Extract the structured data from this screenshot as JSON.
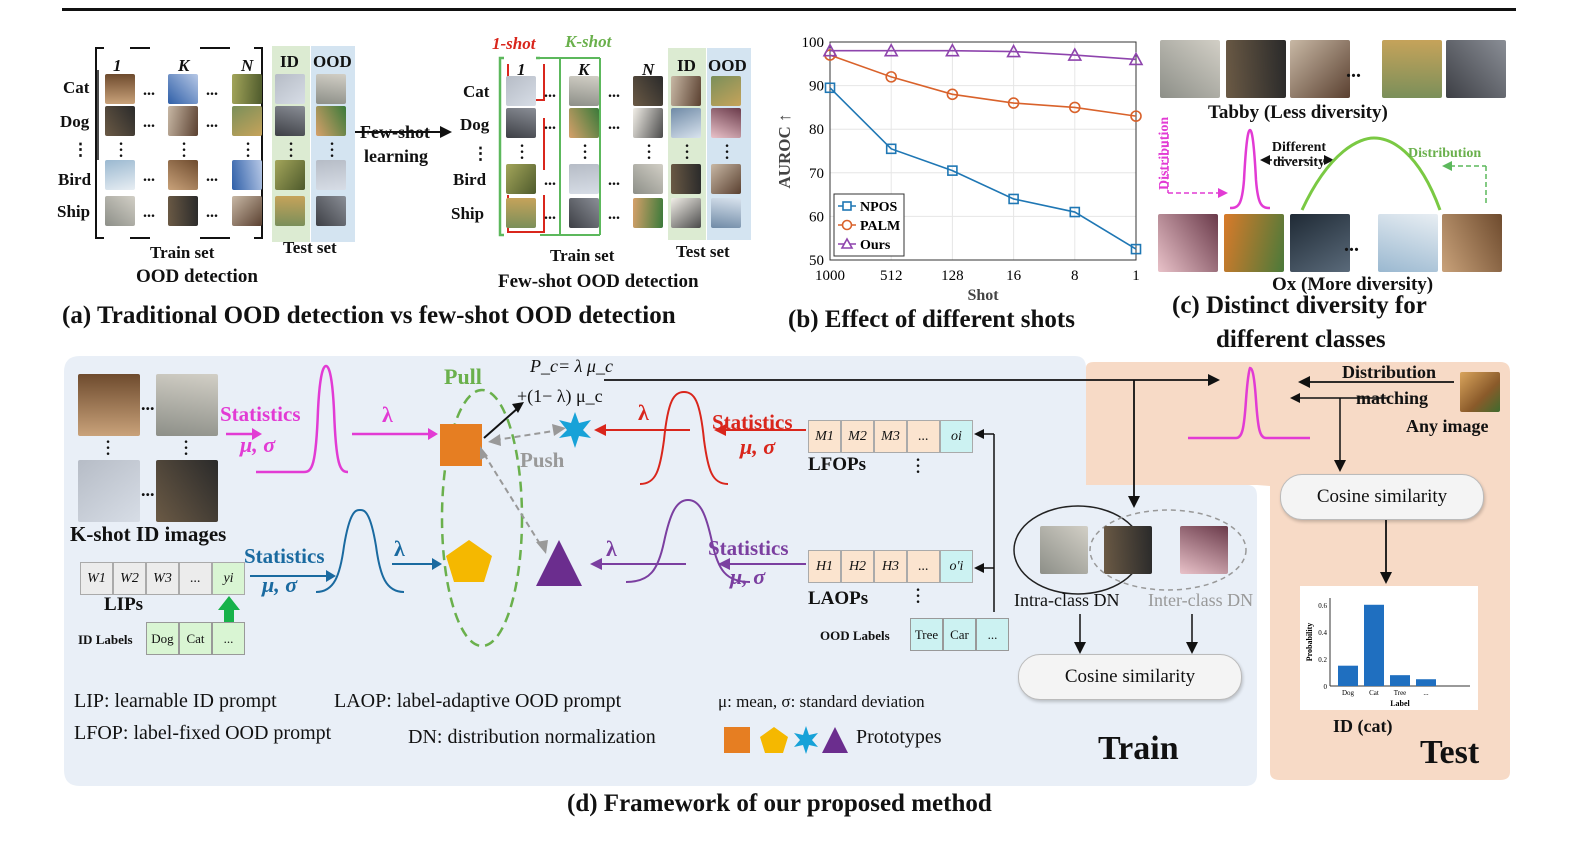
{
  "panel_a": {
    "columns_left": [
      "1",
      "K",
      "N"
    ],
    "id_header": "ID",
    "ood_header": "OOD",
    "rows": [
      "Cat",
      "Dog",
      "⋮",
      "Bird",
      "Ship"
    ],
    "arrow_label_1": "Few-shot",
    "arrow_label_2": "learning",
    "one_shot": "1-shot",
    "k_shot": "K-shot",
    "train_set": "Train set",
    "test_set": "Test set",
    "left_title": "OOD detection",
    "right_title": "Few-shot OOD detection",
    "ellipsis": "...",
    "caption": "(a) Traditional OOD detection vs few-shot OOD detection"
  },
  "panel_b": {
    "caption": "(b) Effect of different shots"
  },
  "chart_data": {
    "type": "line",
    "xlabel": "Shot",
    "ylabel": "AUROC ↑",
    "categories": [
      "1000",
      "512",
      "128",
      "16",
      "8",
      "1"
    ],
    "ylim": [
      50,
      100
    ],
    "yticks": [
      "50",
      "60",
      "70",
      "80",
      "90",
      "100"
    ],
    "grid": true,
    "legend_position": "bottom-left",
    "series": [
      {
        "name": "NPOS",
        "color": "#1f77b4",
        "marker": "square",
        "values": [
          89.5,
          75.5,
          70.5,
          64,
          61,
          52.5
        ]
      },
      {
        "name": "PALM",
        "color": "#d9622b",
        "marker": "circle",
        "values": [
          97,
          92,
          88,
          86,
          85,
          83
        ]
      },
      {
        "name": "Ours",
        "color": "#8e44ad",
        "marker": "triangle",
        "values": [
          98,
          98,
          98,
          97.8,
          97,
          96
        ]
      }
    ]
  },
  "panel_c": {
    "tabby": "Tabby (Less diversity)",
    "ox": "Ox (More diversity)",
    "distribution_left": "Distribution",
    "distribution_right": "Distribution",
    "different": "Different",
    "diversity": "diversity",
    "ellipsis": "...",
    "caption_1": "(c) Distinct diversity for",
    "caption_2": "different classes"
  },
  "panel_d": {
    "kshot": "K-shot ID images",
    "statistics": "Statistics",
    "mu_sigma": "μ, σ",
    "lambda": "λ",
    "pull": "Pull",
    "push": "Push",
    "formula_1": "P_c= λ μ_c",
    "formula_2": "+(1− λ) μ_c",
    "lips": "LIPs",
    "laops": "LAOPs",
    "lfops": "LFOPs",
    "lip_cells": [
      "W1",
      "W2",
      "W3",
      "...",
      "yi"
    ],
    "laop_cells": [
      "H1",
      "H2",
      "H3",
      "...",
      "o'i"
    ],
    "lfop_cells": [
      "M1",
      "M2",
      "M3",
      "...",
      "oi"
    ],
    "id_labels_title": "ID Labels",
    "id_labels": [
      "Dog",
      "Cat",
      "..."
    ],
    "ood_labels_title": "OOD Labels",
    "ood_labels": [
      "Tree",
      "Car",
      "..."
    ],
    "intra": "Intra-class DN",
    "inter": "Inter-class DN",
    "cosine_train": "Cosine similarity",
    "cosine_test": "Cosine similarity",
    "distribution_matching_1": "Distribution",
    "distribution_matching_2": "matching",
    "any_image": "Any image",
    "id_cat": "ID (cat)",
    "train": "Train",
    "test": "Test",
    "legend_1": "LIP: learnable ID prompt",
    "legend_2": "LAOP: label-adaptive OOD prompt",
    "legend_3": "μ: mean, σ: standard deviation",
    "legend_4": "LFOP: label-fixed OOD prompt",
    "legend_5": "DN: distribution normalization",
    "legend_6": "Prototypes",
    "caption": "(d) Framework of our proposed method",
    "mini_chart": {
      "type": "bar",
      "categories": [
        "Dog",
        "Cat",
        "Tree",
        "..."
      ],
      "values": [
        0.15,
        0.6,
        0.08,
        0.05
      ],
      "ylim": [
        0,
        0.65
      ],
      "yticks": [
        "0",
        "0.2",
        "0.4",
        "0.6"
      ],
      "xlabel": "Label",
      "ylabel": "Probability"
    }
  }
}
